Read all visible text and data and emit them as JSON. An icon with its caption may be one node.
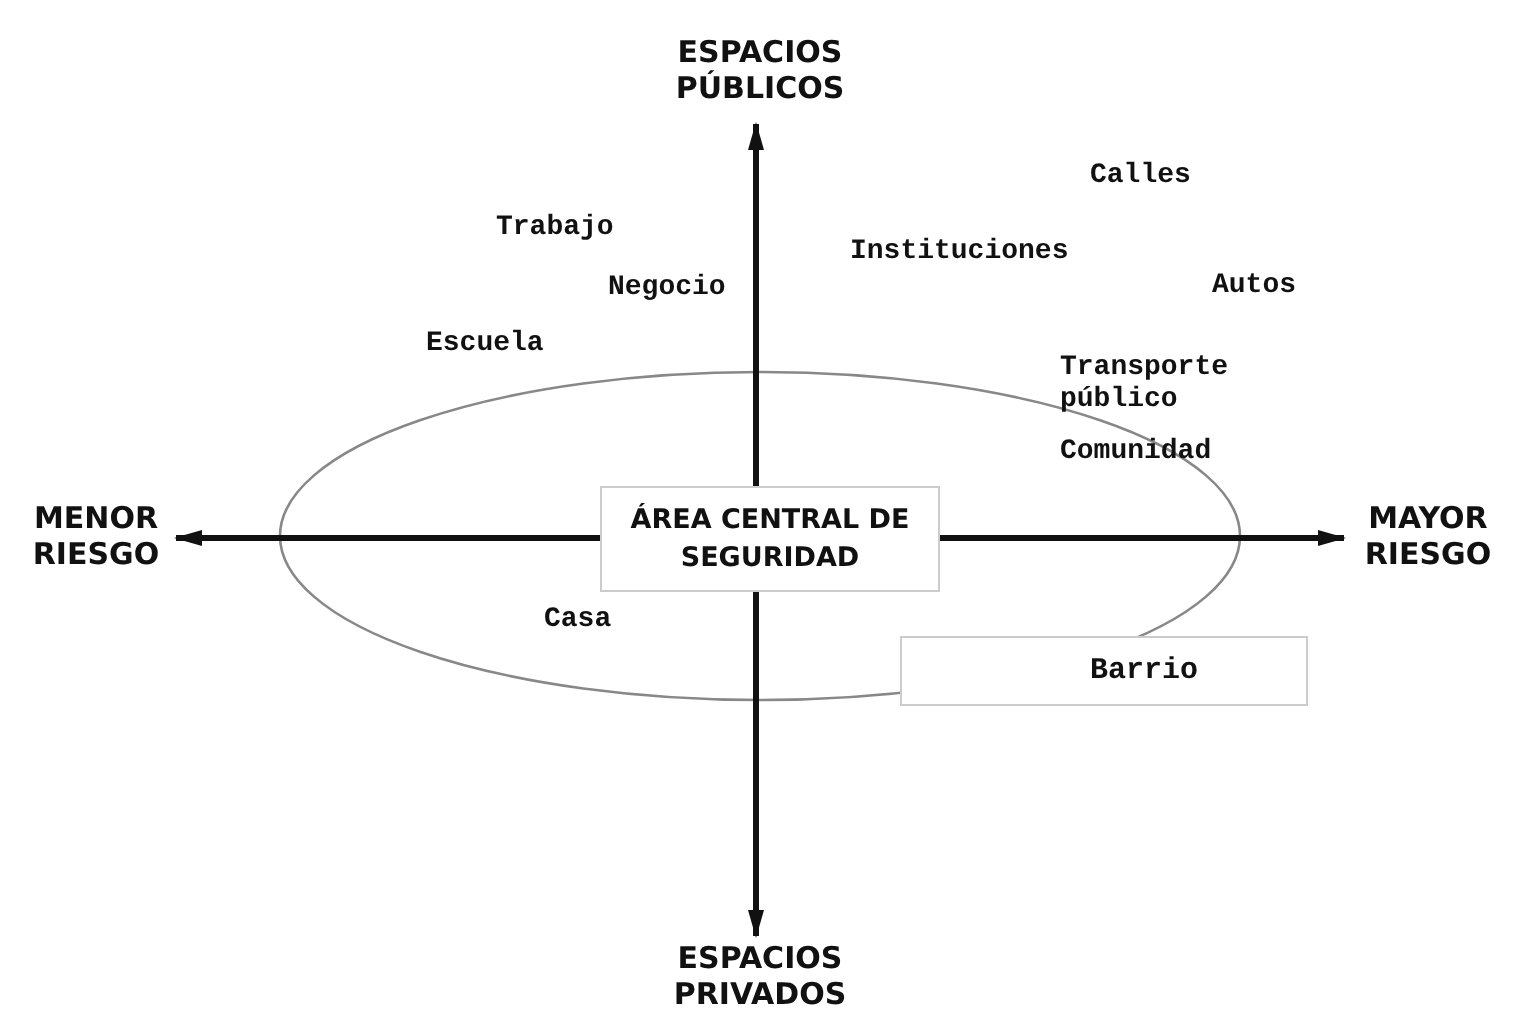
{
  "diagram": {
    "nodes": [
      {
        "text": [
          "ÁREA CENTRAL DE SEGURIDAD"
        ]
      },
      {
        "text": [
          "ESPACIOS PÚBLICOS"
        ]
      },
      {
        "text": [
          "MENOR RIESGO"
        ]
      },
      {
        "text": [
          "MAYOR RIESGO"
        ]
      },
      {
        "text": [
          "ESPACIOS PRIVADOS"
        ]
      },
      {
        "text": [
          "Barrio"
        ]
      }
    ],
    "edges": [
      {
        "from": 0,
        "to": 1,
        "arrow": "to"
      },
      {
        "from": 0,
        "to": 2,
        "arrow": "to"
      },
      {
        "from": 0,
        "to": 3,
        "arrow": "to"
      },
      {
        "from": 0,
        "to": 4,
        "arrow": "to"
      }
    ],
    "labels": [
      "Calles",
      "Trabajo",
      "Instituciones",
      "Negocio",
      "Autos",
      "Escuela",
      "Transporte público",
      "Comunidad",
      "Casa"
    ]
  }
}
